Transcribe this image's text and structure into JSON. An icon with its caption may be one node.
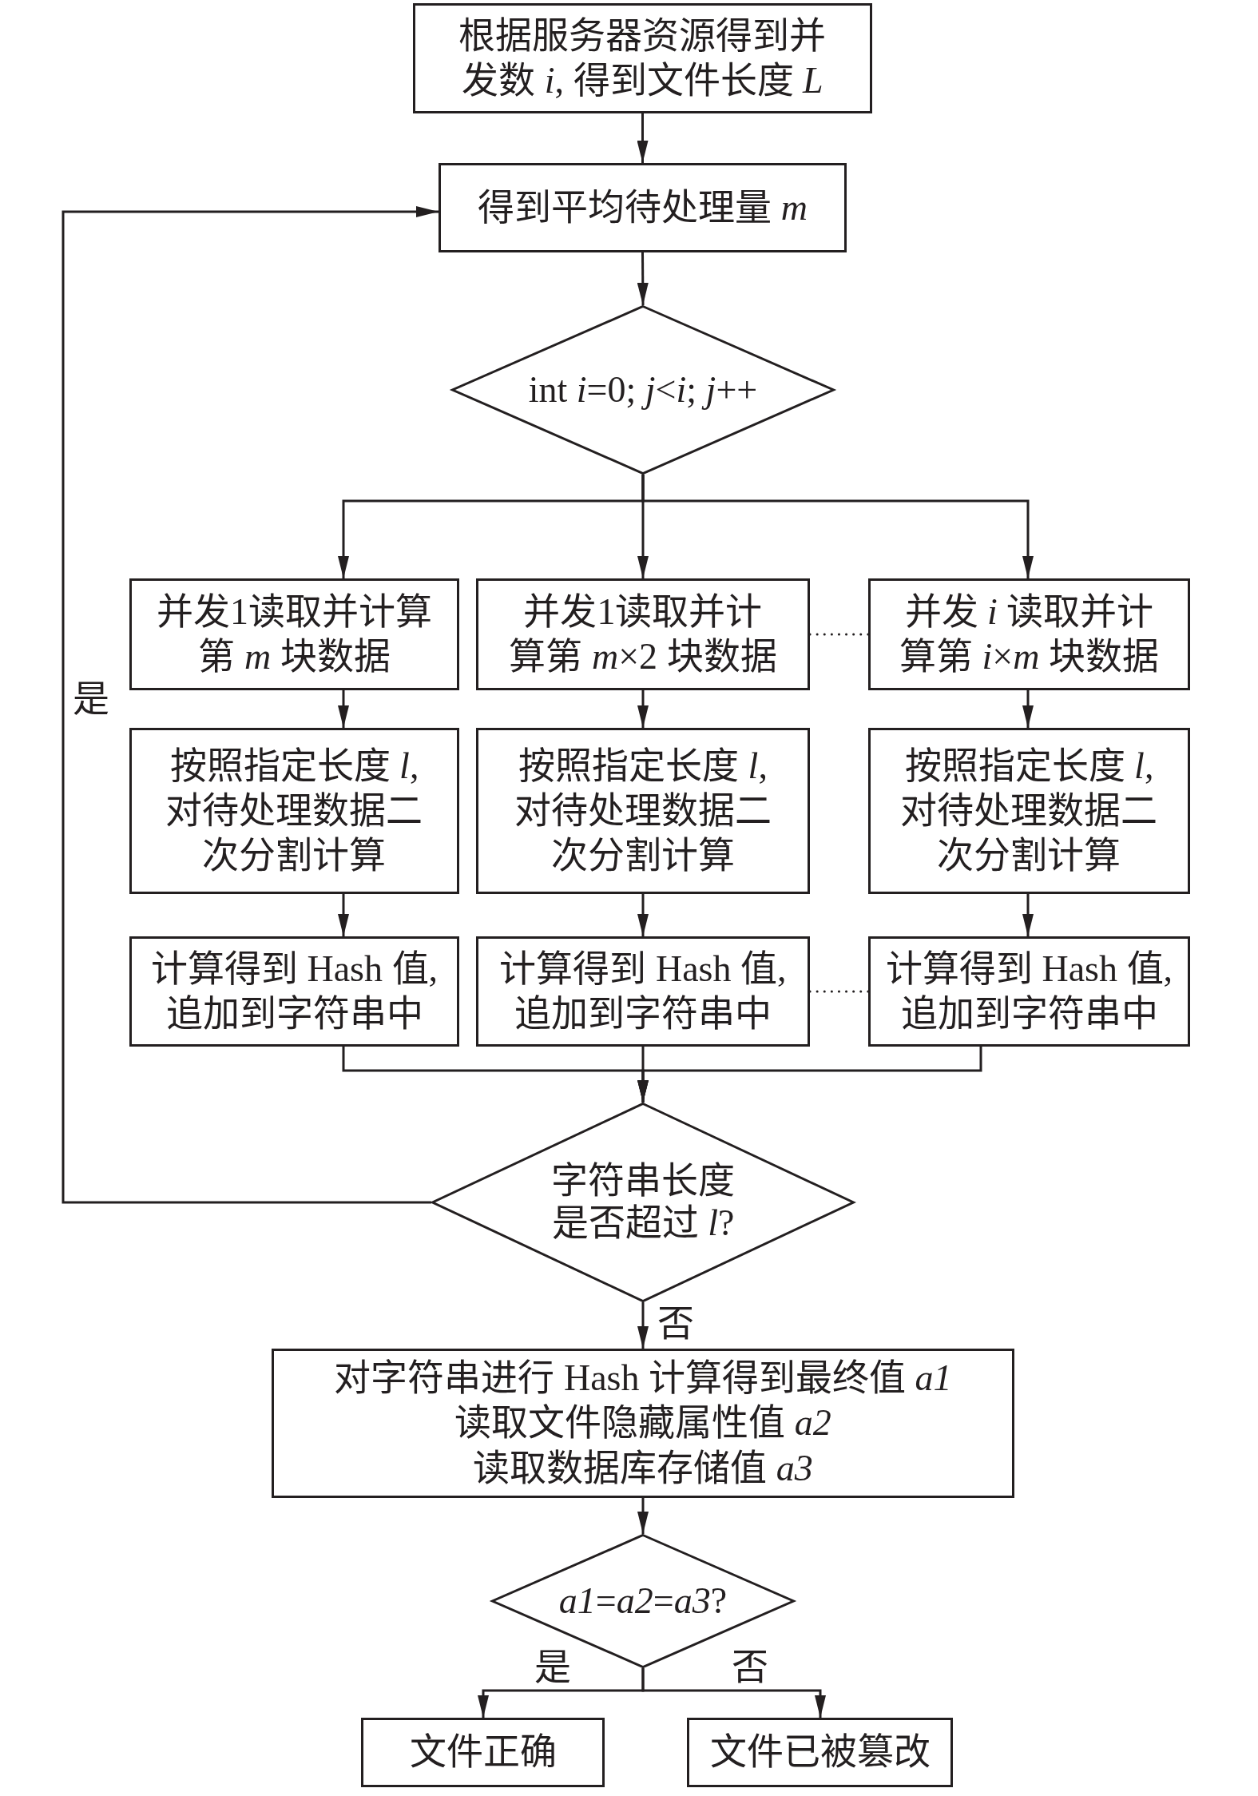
{
  "diagram": {
    "nodes": [
      {
        "text": [
          "根据服务器资源得到并发数 *i*, 得到文件长度 *L*"
        ]
      },
      {
        "text": [
          "得到平均待处理量 *m*"
        ]
      },
      {
        "text": [
          "int *i*=0; *j*<*i*; *j*++"
        ]
      },
      {
        "text": [
          "并发1读取并计算第 *m* 块数据"
        ]
      },
      {
        "text": [
          "并发1读取并计算第 *m*×2 块数据"
        ]
      },
      {
        "text": [
          "并发 *i* 读取并计算第 *i*×*m* 块数据"
        ]
      },
      {
        "text": [
          "按照指定长度 *l*,对待处理数据二次分割计算"
        ]
      },
      {
        "text": [
          "按照指定长度 *l*,对待处理数据二次分割计算"
        ]
      },
      {
        "text": [
          "按照指定长度 *l*,对待处理数据二次分割计算"
        ]
      },
      {
        "text": [
          "计算得到 Hash 值,追加到字符串中"
        ]
      },
      {
        "text": [
          "计算得到 Hash 值,追加到字符串中"
        ]
      },
      {
        "text": [
          "计算得到 Hash 值,追加到字符串中"
        ]
      },
      {
        "text": [
          "字符串长度是否超过 *l*?"
        ]
      },
      {
        "text": [
          "对字符串进行 Hash 计算得到最终值 *a1*",
          "读取文件隐藏属性值 *a2*",
          "读取数据库存储值 *a3*"
        ]
      },
      {
        "text": [
          "*a1*=*a2*=*a3*?"
        ]
      },
      {
        "text": [
          "文件正确"
        ]
      },
      {
        "text": [
          "文件已被篡改"
        ]
      }
    ],
    "edges": [
      {
        "from": 0,
        "to": 1,
        "arrow": "to"
      },
      {
        "from": 1,
        "to": 2,
        "arrow": "to"
      },
      {
        "from": 2,
        "to": 3,
        "arrow": "to"
      },
      {
        "from": 2,
        "to": 4,
        "arrow": "to"
      },
      {
        "from": 2,
        "to": 5,
        "arrow": "to"
      },
      {
        "from": 4,
        "to": 5,
        "arrow": "none",
        "style": "dashed"
      },
      {
        "from": 3,
        "to": 6,
        "arrow": "to"
      },
      {
        "from": 4,
        "to": 7,
        "arrow": "to"
      },
      {
        "from": 5,
        "to": 8,
        "arrow": "to"
      },
      {
        "from": 6,
        "to": 9,
        "arrow": "to"
      },
      {
        "from": 7,
        "to": 10,
        "arrow": "to"
      },
      {
        "from": 8,
        "to": 11,
        "arrow": "to"
      },
      {
        "from": 10,
        "to": 11,
        "arrow": "none",
        "style": "dashed"
      },
      {
        "from": 9,
        "to": 12,
        "arrow": "to"
      },
      {
        "from": 10,
        "to": 12,
        "arrow": "to"
      },
      {
        "from": 11,
        "to": 12,
        "arrow": "to"
      },
      {
        "from": 12,
        "to": 1,
        "arrow": "to",
        "label": "是"
      },
      {
        "from": 12,
        "to": 13,
        "arrow": "to",
        "label": "否"
      },
      {
        "from": 13,
        "to": 14,
        "arrow": "to"
      },
      {
        "from": 14,
        "to": 15,
        "arrow": "to",
        "label": "是"
      },
      {
        "from": 14,
        "to": 16,
        "arrow": "to",
        "label": "否"
      }
    ]
  }
}
